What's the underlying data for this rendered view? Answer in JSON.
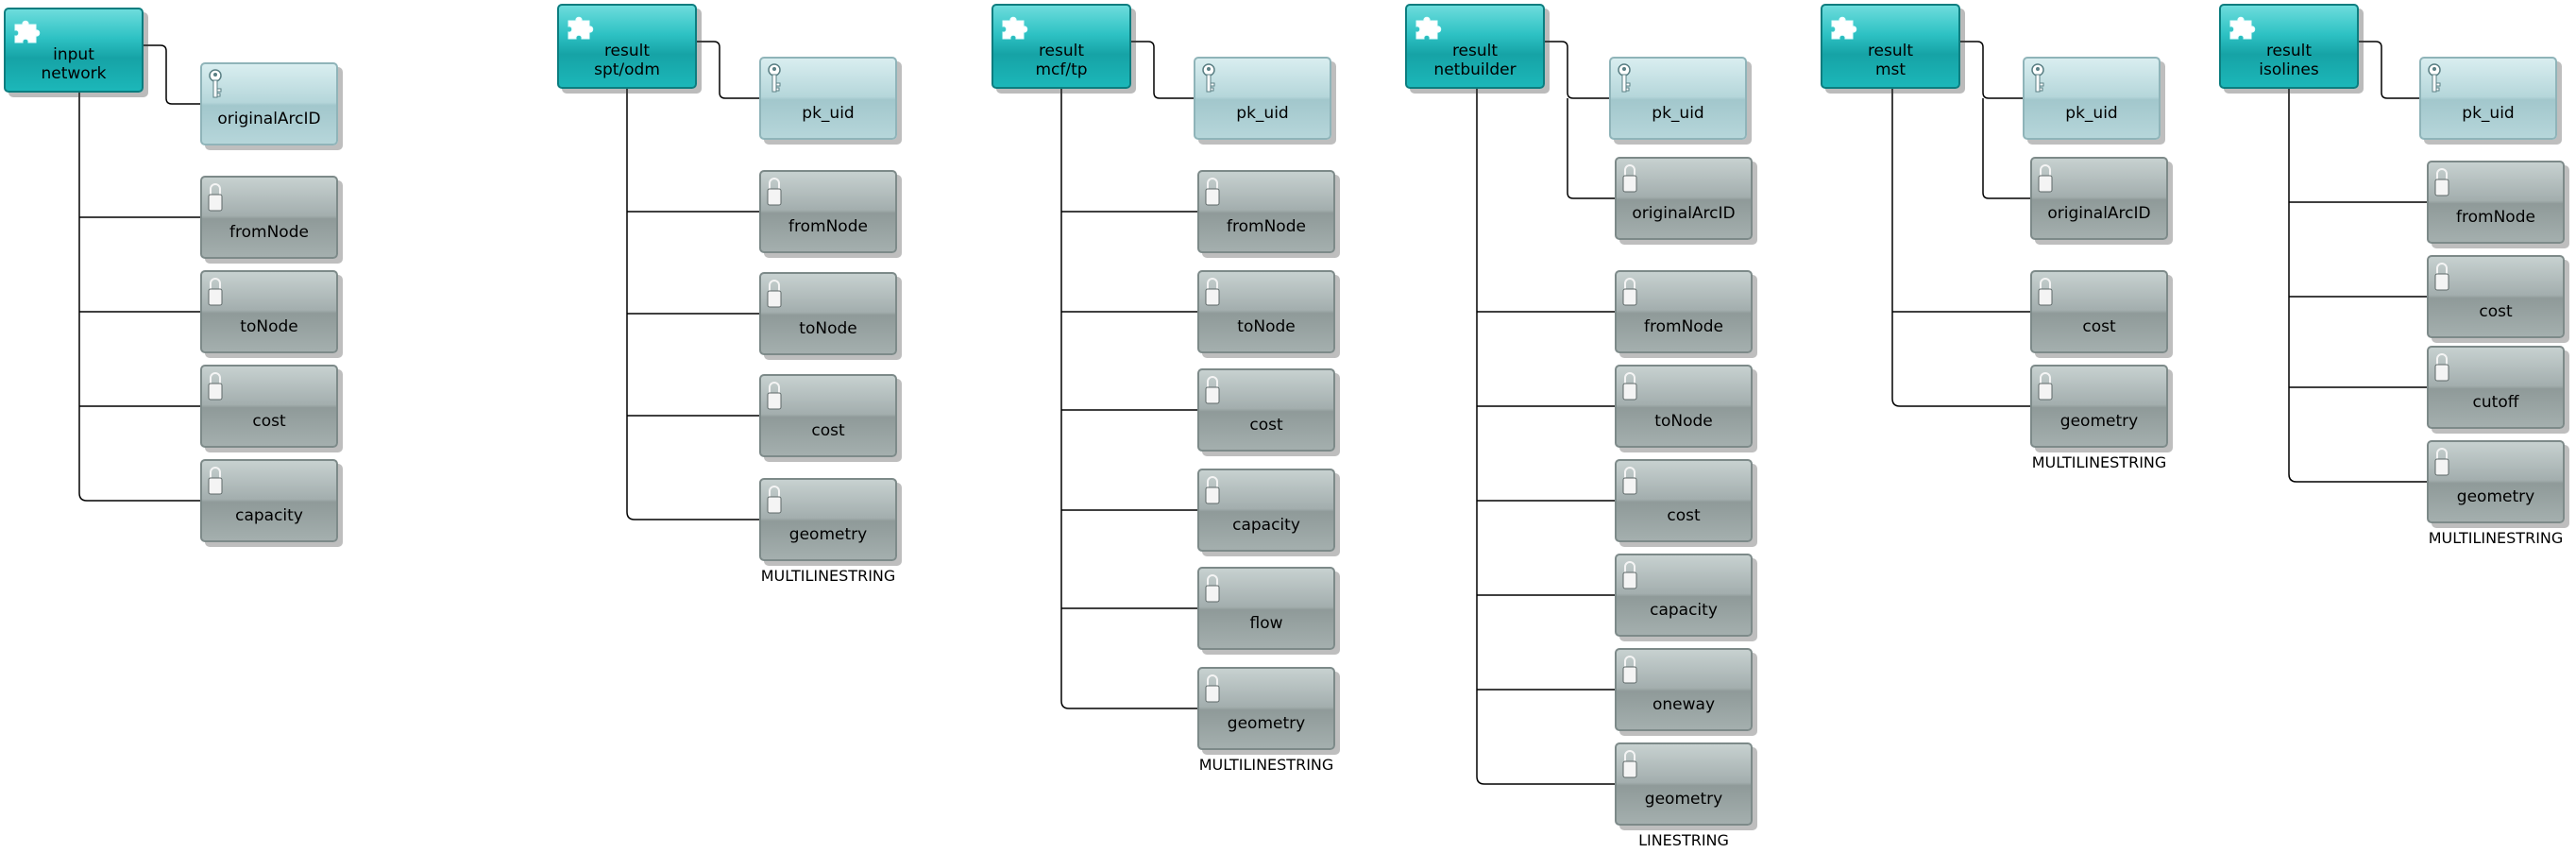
{
  "tables": [
    {
      "title": [
        "input",
        "network"
      ],
      "key_field": "originalArcID",
      "extra_key_fields": [],
      "fields": [
        "fromNode",
        "toNode",
        "cost",
        "capacity"
      ],
      "geometry_type": ""
    },
    {
      "title": [
        "result",
        "spt/odm"
      ],
      "key_field": "pk_uid",
      "extra_key_fields": [],
      "fields": [
        "fromNode",
        "toNode",
        "cost",
        "geometry"
      ],
      "geometry_type": "MULTILINESTRING"
    },
    {
      "title": [
        "result",
        "mcf/tp"
      ],
      "key_field": "pk_uid",
      "extra_key_fields": [],
      "fields": [
        "fromNode",
        "toNode",
        "cost",
        "capacity",
        "flow",
        "geometry"
      ],
      "geometry_type": "MULTILINESTRING"
    },
    {
      "title": [
        "result",
        "netbuilder"
      ],
      "key_field": "pk_uid",
      "extra_key_fields": [
        "originalArcID"
      ],
      "fields": [
        "fromNode",
        "toNode",
        "cost",
        "capacity",
        "oneway",
        "geometry"
      ],
      "geometry_type": "LINESTRING"
    },
    {
      "title": [
        "result",
        "mst"
      ],
      "key_field": "pk_uid",
      "extra_key_fields": [
        "originalArcID"
      ],
      "fields": [
        "cost",
        "geometry"
      ],
      "geometry_type": "MULTILINESTRING"
    },
    {
      "title": [
        "result",
        "isolines"
      ],
      "key_field": "pk_uid",
      "extra_key_fields": [],
      "fields": [
        "fromNode",
        "cost",
        "cutoff",
        "geometry"
      ],
      "geometry_type": "MULTILINESTRING"
    }
  ],
  "icons": {
    "header": "puzzle-icon",
    "key_field": "key-icon",
    "field": "lock-icon"
  },
  "colors": {
    "header": "#1cb7b9",
    "field": "#a3aeae",
    "key_field": "#b5d6da",
    "line": "#000000"
  }
}
